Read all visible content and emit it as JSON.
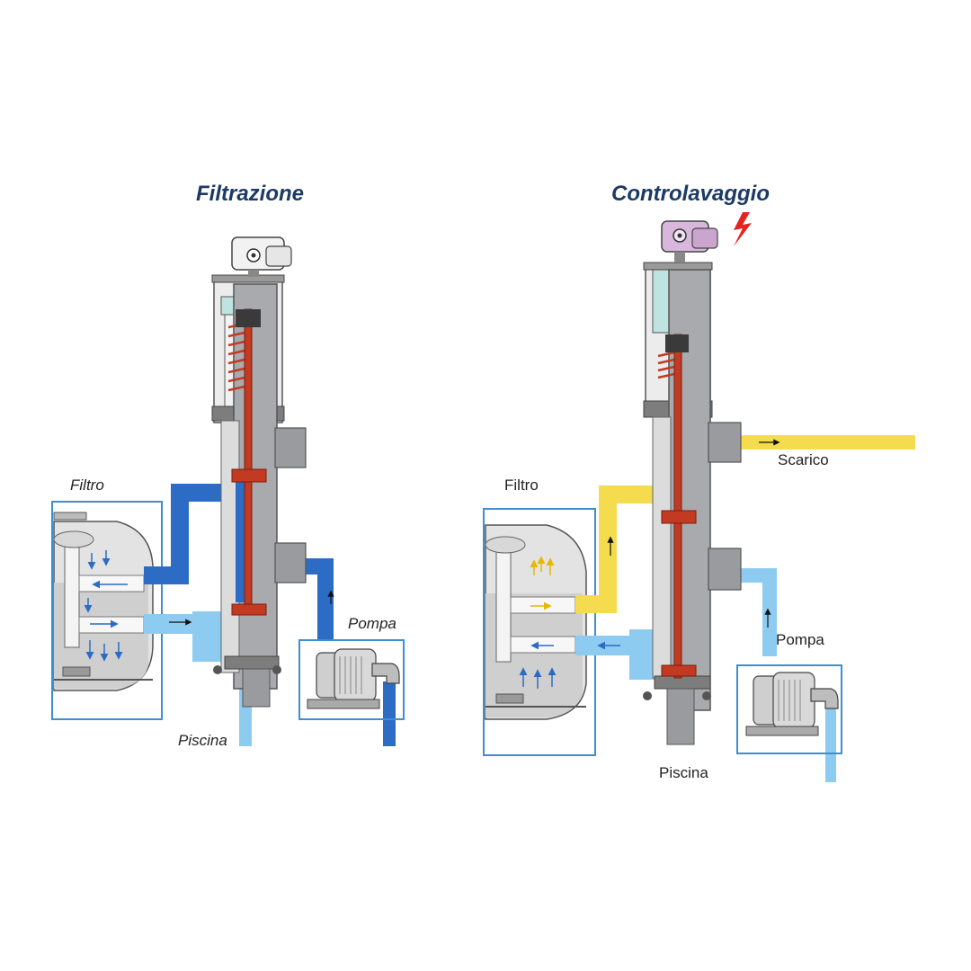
{
  "panels": {
    "left": {
      "title": "Filtrazione",
      "labels": {
        "filter": "Filtro",
        "pump": "Pompa",
        "pool": "Piscina"
      }
    },
    "right": {
      "title": "Controlavaggio",
      "labels": {
        "filter": "Filtro",
        "pump": "Pompa",
        "pool": "Piscina",
        "drain": "Scarico"
      }
    }
  },
  "icons": {
    "left_actuator": "actuator-icon",
    "right_actuator": "actuator-active-icon",
    "lightning": "lightning-bolt-icon",
    "pump": "pump-icon",
    "filter": "sand-filter-icon",
    "flow_arrow": "flow-arrow-icon"
  },
  "colors": {
    "title": "#1b3a64",
    "water_dark": "#2c6cc4",
    "water_light": "#8ecbf0",
    "backwash": "#f5dc4e",
    "piston": "#c23a22",
    "actuator_active": "#d9b7dc",
    "lightning": "#e4241e",
    "outline": "#3d8fd1",
    "housing": "#a9aaad"
  }
}
